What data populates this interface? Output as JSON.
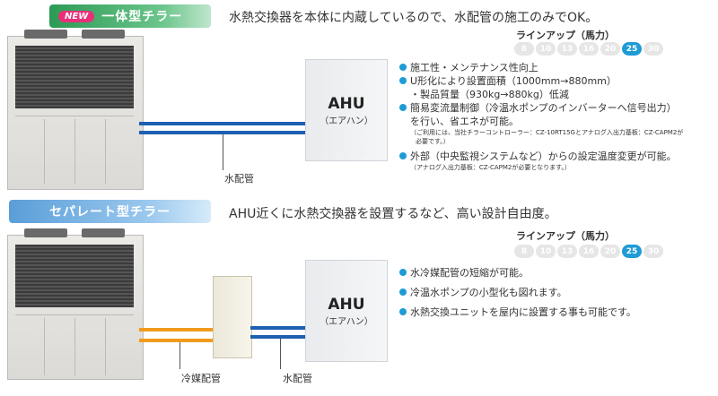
{
  "sections": [
    {
      "badge": "NEW",
      "title": "一体型チラー",
      "headline": "水熱交換器を本体に内蔵しているので、水配管の施工のみでOK。",
      "lineup_label": "ラインアップ（馬力）",
      "lineup": [
        "8",
        "10",
        "13",
        "16",
        "20",
        "25",
        "30"
      ],
      "lineup_active": "25",
      "ahu_name": "AHU",
      "ahu_sub": "（エアハン）",
      "pipe_label": "水配管",
      "features": [
        "施工性・メンテナンス性向上",
        "U形化により設置面積（1000mm→880mm）",
        "・製品質量（930kg→880kg）低減",
        "簡易変流量制御（冷温水ポンプのインバーターへ信号出力）",
        "を行い、省エネが可能。",
        "（ご利用には、当社チラーコントローラー：CZ-10RT15Gとアナログ入出力基板：CZ-CAPM2が",
        "必要です。）",
        "外部（中央監視システムなど）からの設定温度変更が可能。",
        "（アナログ入出力基板：CZ-CAPM2が必要となります。）"
      ]
    },
    {
      "title": "セパレート型チラー",
      "headline": "AHU近くに水熱交換器を設置するなど、高い設計自由度。",
      "lineup_label": "ラインアップ（馬力）",
      "lineup": [
        "8",
        "10",
        "13",
        "16",
        "20",
        "25",
        "30"
      ],
      "lineup_active": "25",
      "ahu_name": "AHU",
      "ahu_sub": "（エアハン）",
      "refrigerant_pipe_label": "冷媒配管",
      "pipe_label": "水配管",
      "features": [
        "水冷媒配管の短縮が可能。",
        "冷温水ポンプの小型化も図れます。",
        "水熱交換ユニットを屋内に設置する事も可能です。"
      ]
    }
  ]
}
